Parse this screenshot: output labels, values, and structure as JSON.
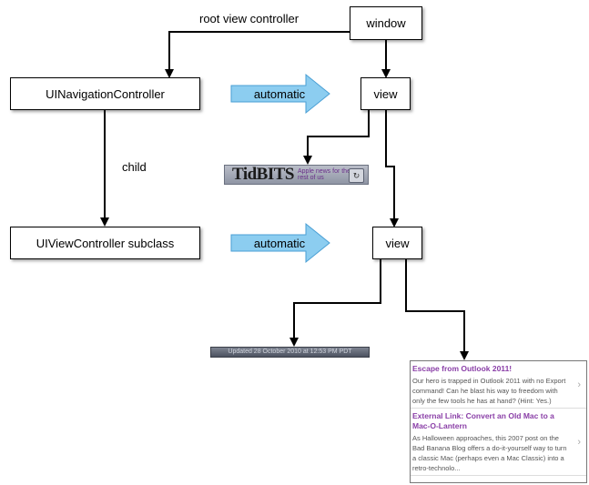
{
  "labels": {
    "root_view_controller": "root view controller",
    "child": "child"
  },
  "boxes": {
    "window": "window",
    "nav_controller": "UINavigationController",
    "view_top": "view",
    "view_controller": "UIViewController subclass",
    "view_bottom": "view"
  },
  "arrows": {
    "automatic_top": "automatic",
    "automatic_bottom": "automatic"
  },
  "banner": {
    "brand": "TidBITS",
    "tagline": "Apple news for the rest of us"
  },
  "toolbar": {
    "text": "Updated 28 October 2010 at 12:53 PM PDT"
  },
  "articles": [
    {
      "title": "Escape from Outlook 2011!",
      "summary": "Our hero is trapped in Outlook 2011 with no Export command! Can he blast his way to freedom with only the few tools he has at hand? (Hint: Yes.)"
    },
    {
      "title": "External Link: Convert an Old Mac to a Mac-O-Lantern",
      "summary": "As Halloween approaches, this 2007 post on the Bad Banana Blog offers a do-it-yourself way to turn a classic Mac (perhaps even a Mac Classic) into a retro-technolo..."
    }
  ],
  "colors": {
    "automatic_arrow_fill": "#8ccdf0",
    "automatic_arrow_stroke": "#4a9fd4",
    "article_title": "#8a3fa7"
  }
}
